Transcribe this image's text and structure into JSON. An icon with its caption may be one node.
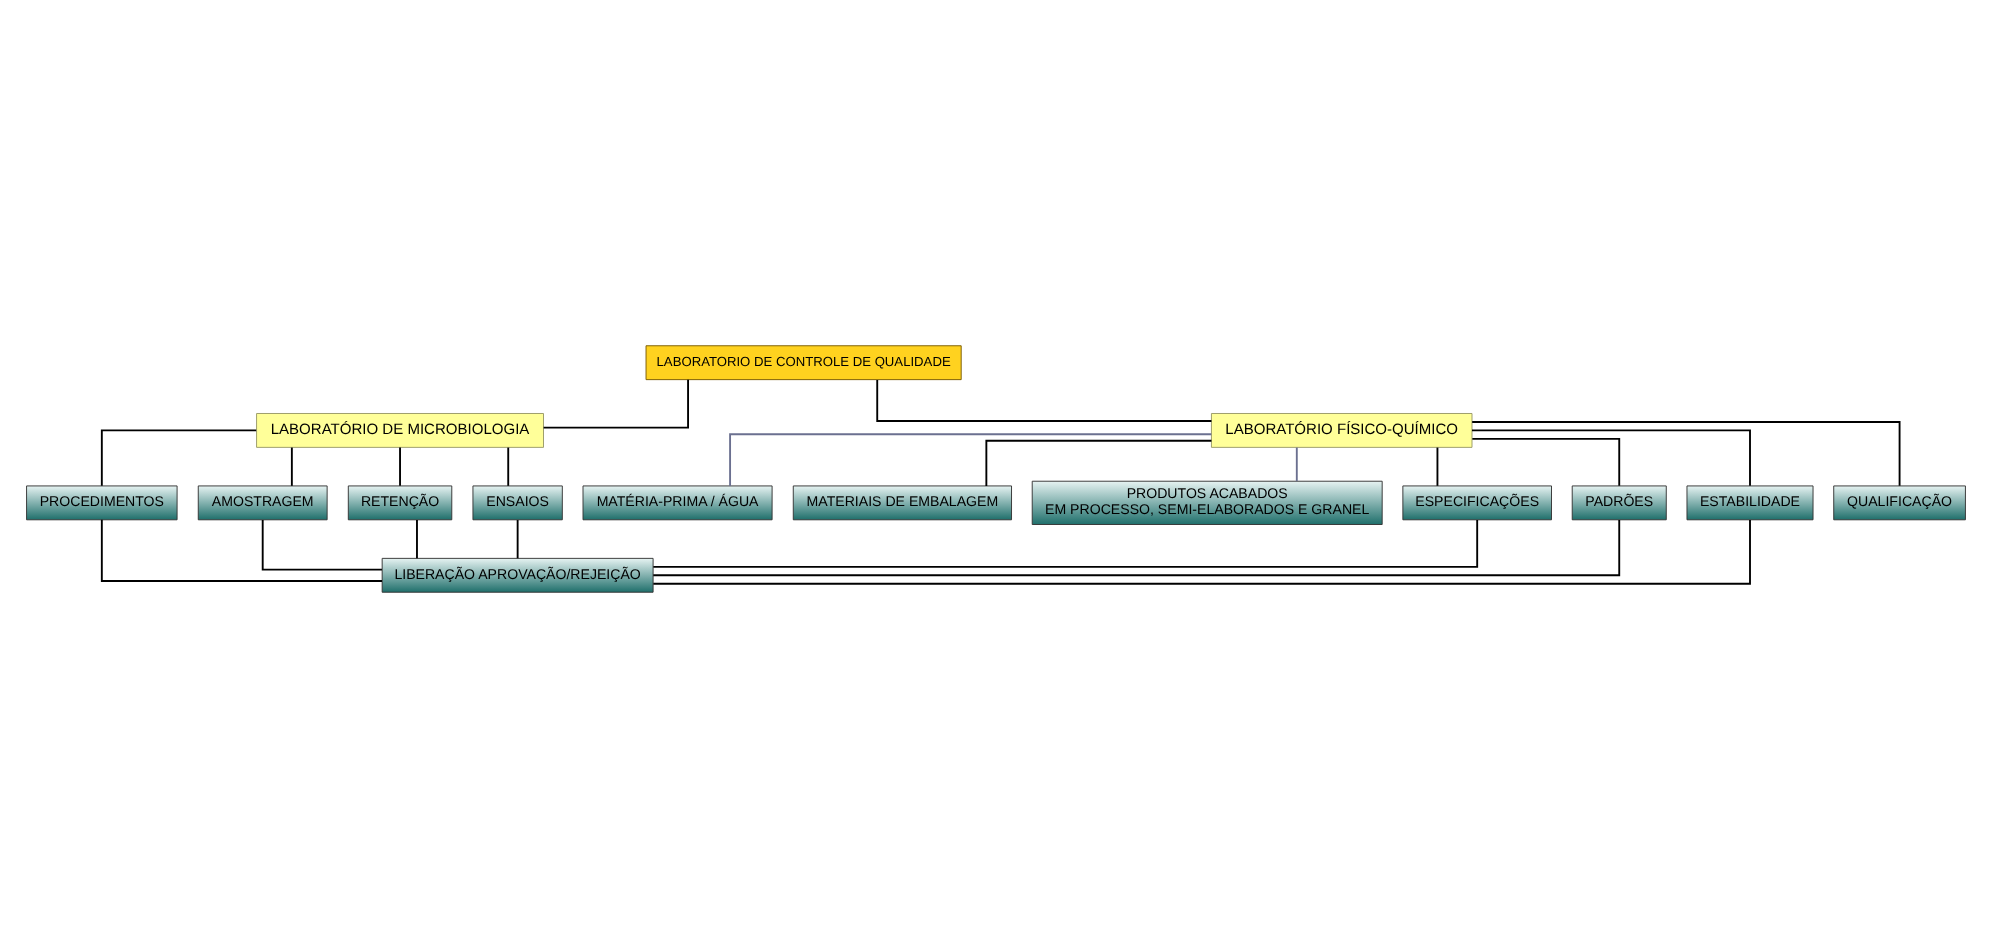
{
  "diagram": {
    "nodes": [
      {
        "text": [
          "LABORATORIO DE CONTROLE DE QUALIDADE"
        ]
      },
      {
        "text": [
          "LABORATÓRIO DE MICROBIOLOGIA"
        ]
      },
      {
        "text": [
          "LABORATÓRIO FÍSICO-QUÍMICO"
        ]
      },
      {
        "text": [
          "MATÉRIA-PRIMA / ÁGUA"
        ]
      },
      {
        "text": [
          "MATERIAIS DE EMBALAGEM"
        ]
      },
      {
        "text": [
          "PRODUTOS ACABADOS",
          "EM PROCESSO, SEMI-ELABORADOS E GRANEL"
        ]
      },
      {
        "text": [
          "PROCEDIMENTOS"
        ]
      },
      {
        "text": [
          "ESPECIFICAÇÕES"
        ]
      },
      {
        "text": [
          "AMOSTRAGEM"
        ]
      },
      {
        "text": [
          "PADRÕES"
        ]
      },
      {
        "text": [
          "RETENÇÃO"
        ]
      },
      {
        "text": [
          "ESTABILIDADE"
        ]
      },
      {
        "text": [
          "ENSAIOS"
        ]
      },
      {
        "text": [
          "QUALIFICAÇÃO"
        ]
      },
      {
        "text": [
          "LIBERAÇÃO APROVAÇÃO/REJEIÇÃO"
        ]
      }
    ],
    "edges": [
      {
        "from": 0,
        "to": 1,
        "arrow": "none"
      },
      {
        "from": 0,
        "to": 2,
        "arrow": "none"
      },
      {
        "from": 2,
        "to": 3,
        "arrow": "none",
        "color": "#6b7090"
      },
      {
        "from": 2,
        "to": 4,
        "arrow": "none"
      },
      {
        "from": 2,
        "to": 5,
        "arrow": "none",
        "color": "#6b7090"
      },
      {
        "from": 1,
        "to": 6,
        "arrow": "none"
      },
      {
        "from": 1,
        "to": 8,
        "arrow": "none"
      },
      {
        "from": 1,
        "to": 10,
        "arrow": "none"
      },
      {
        "from": 1,
        "to": 12,
        "arrow": "none"
      },
      {
        "from": 2,
        "to": 7,
        "arrow": "none"
      },
      {
        "from": 2,
        "to": 9,
        "arrow": "none"
      },
      {
        "from": 2,
        "to": 11,
        "arrow": "none"
      },
      {
        "from": 2,
        "to": 13,
        "arrow": "none"
      },
      {
        "from": 6,
        "to": 14,
        "arrow": "none"
      },
      {
        "from": 7,
        "to": 14,
        "arrow": "none"
      },
      {
        "from": 8,
        "to": 14,
        "arrow": "none"
      },
      {
        "from": 9,
        "to": 14,
        "arrow": "none"
      },
      {
        "from": 10,
        "to": 14,
        "arrow": "none"
      },
      {
        "from": 11,
        "to": 14,
        "arrow": "none"
      },
      {
        "from": 12,
        "to": 14,
        "arrow": "none"
      }
    ]
  }
}
